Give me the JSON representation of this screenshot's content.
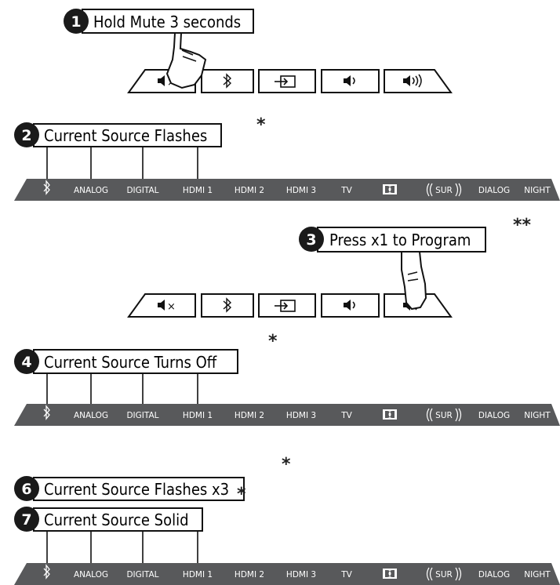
{
  "steps": {
    "step1": {
      "number": "1",
      "text": "Hold Mute 3 seconds"
    },
    "step2": {
      "number": "2",
      "text": "Current Source Flashes"
    },
    "step3": {
      "number": "3",
      "text": "Press x1 to Program"
    },
    "step4": {
      "number": "4",
      "text": "Current Source Turns Off"
    },
    "step6": {
      "number": "6",
      "text": "Current Source Flashes x3"
    },
    "step7": {
      "number": "7",
      "text": "Current Source Solid"
    }
  },
  "remote_buttons": [
    "mute-icon",
    "bluetooth-icon",
    "input-icon",
    "volume-down-icon",
    "volume-up-icon"
  ],
  "source_bar_labels": [
    "ANALOG",
    "DIGITAL",
    "HDMI 1",
    "HDMI 2",
    "HDMI 3",
    "TV",
    "",
    "SUR",
    "DIALOG",
    "NIGHT"
  ],
  "asterisks": {
    "single": "*",
    "double": "**"
  },
  "colors": {
    "bar": "#58595b",
    "ink": "#111111",
    "badge": "#1a1a1a"
  }
}
